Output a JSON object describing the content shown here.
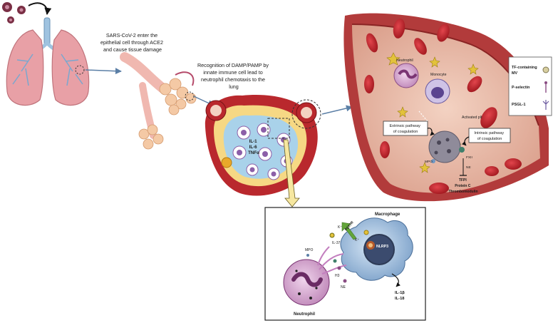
{
  "captions": {
    "step1": [
      "SARS-CoV-2 enter the",
      "epithelial cell through ACE2",
      "and cause tissue damage"
    ],
    "step2": [
      "Recognition of DAMP/PAMP by",
      "innate immune cell lead to",
      "neutrophil chemotaxis to the",
      "lung"
    ]
  },
  "alveolus_labels": [
    "IL-1",
    "IL-6",
    "TNFα"
  ],
  "vessel_labels": {
    "neutrophil": "Neutrophil",
    "monocyte": "Monocyte",
    "activated_plt": "Activated plt",
    "extrinsic": [
      "Extrinsic pathway",
      "of coagulation"
    ],
    "intrinsic": [
      "Intrinsic pathway",
      "of coagulation"
    ],
    "mpo": "MPO",
    "fxii": "FXII",
    "ne": "NE",
    "inhibitors": [
      "TFPI",
      "Protein C",
      "Thrombomodulin"
    ]
  },
  "legend": {
    "items": [
      {
        "label": [
          "TF-containing",
          "MV"
        ],
        "icon": "tf-microvesicle-icon"
      },
      {
        "label": [
          "P-selectin"
        ],
        "icon": "p-selectin-icon"
      },
      {
        "label": [
          "PSGL-1"
        ],
        "icon": "psgl1-icon"
      }
    ]
  },
  "inset": {
    "macrophage": "Macrophage",
    "neutrophil": "Neutrophil",
    "p2x7r": "P2X7R",
    "k_ion": "K⁺",
    "il37": "IL-37",
    "nlrp3": "NLRP3",
    "mpo": "MPO",
    "ne": "NE",
    "h3": "H3",
    "cytokines": [
      "IL-1β",
      "IL-18"
    ]
  },
  "colors": {
    "lung": "#e8a0a6",
    "vessel": "#b23b3b",
    "plasma": "#e9b9a3",
    "rbc": "#c21f28",
    "neutrophil": "#d9a6d3",
    "macrophage": "#8fb3d6",
    "arrow": "#5b7fa6"
  }
}
